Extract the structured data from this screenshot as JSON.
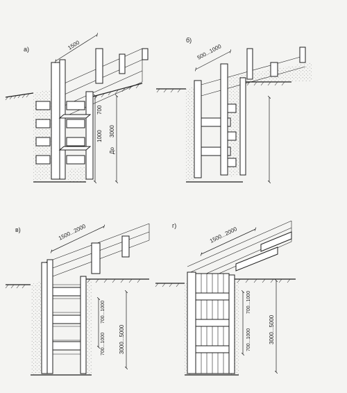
{
  "panels": [
    {
      "id": "a",
      "label": "а)",
      "dims": [
        "1500",
        "700",
        "1000",
        "До",
        "3000"
      ]
    },
    {
      "id": "b",
      "label": "б)",
      "dims": [
        "500...1000"
      ]
    },
    {
      "id": "v",
      "label": "в)",
      "dims": [
        "1500...2000",
        "700...1000",
        "700...1000",
        "3000...5000"
      ]
    },
    {
      "id": "g",
      "label": "г)",
      "dims": [
        "1500...2000",
        "700...1000",
        "700...1000",
        "3000...5000"
      ]
    }
  ]
}
